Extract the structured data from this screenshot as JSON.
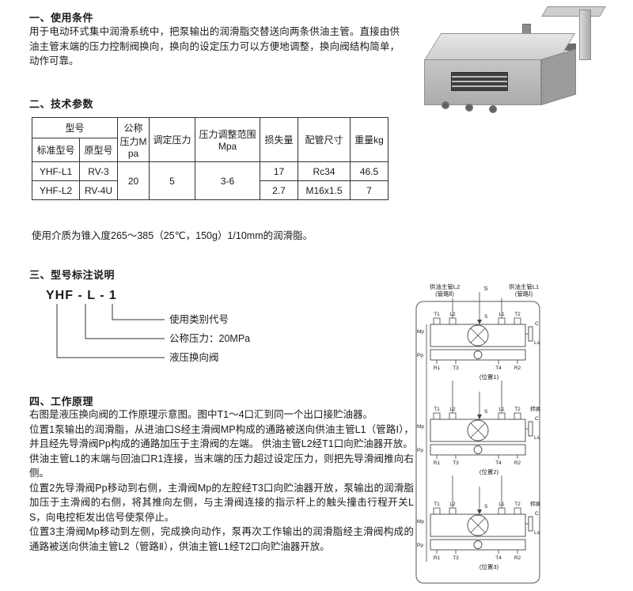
{
  "page": {
    "s1_heading": "一、使用条件",
    "s1_body": "用于电动环式集中润滑系统中，把泵输出的润滑脂交替送向两条供油主管。直接由供油主管末端的压力控制阀换向，换向的设定压力可以方便地调整，换向阀结构简单，动作可靠。",
    "s2_heading": "二、技术参数",
    "s2_note": "使用介质为锥入度265～385（25℃，150g）1/10mm的润滑脂。",
    "s3_heading": "三、型号标注说明",
    "s4_heading": "四、工作原理",
    "s4_paragraphs": [
      "右图是液压换向阀的工作原理示意图。图中T1～4口汇到同一个出口接贮油器。",
      "位置1泵输出的润滑脂，从进油口S经主滑阀MP构成的通路被送向供油主管L1（管路Ⅰ），并且经先导滑阀Pp构成的通路加压于主滑阀的左端。 供油主管L2经T1口向贮油器开放。",
      "供油主管L1的末端与回油口R1连接，当末端的压力超过设定压力，则把先导滑阀推向右侧。",
      "位置2先导滑阀Pp移动到右侧，主滑阀Mp的左腔经T3口向贮油器开放，泵输出的润滑脂加压于主滑阀的右侧，将其推向左侧，与主滑阀连接的指示杆上的触头撞击行程开关LS，向电控柜发出信号使泵停止。",
      "位置3主滑阀Mp移动到左侧，完成换向动作，泵再次工作输出的润滑脂经主滑阀构成的通路被送向供油主管L2（管路Ⅱ），供油主管L1经T2口向贮油器开放。"
    ]
  },
  "table": {
    "h_model": "型号",
    "h_std": "标准型号",
    "h_orig": "原型号",
    "h_nominal": "公称压力Mpa",
    "h_set": "调定压力",
    "h_range": "压力调整范围Mpa",
    "h_loss": "损失量",
    "h_pipe": "配管尺寸",
    "h_weight": "重量kg",
    "r1": {
      "std": "YHF-L1",
      "orig": "RV-3",
      "nominal": "20",
      "set": "5",
      "range": "3-6",
      "loss": "17",
      "pipe": "Rc34",
      "weight": "46.5"
    },
    "r2": {
      "std": "YHF-L2",
      "orig": "RV-4U",
      "loss": "2.7",
      "pipe": "M16x1.5",
      "weight": "7"
    }
  },
  "model_diagram": {
    "code": "YHF - L - 1",
    "label_class": "使用类别代号",
    "label_pressure": "公称压力：20MPa",
    "label_valve": "液压换向阀"
  },
  "schematic": {
    "top_left_line1": "供油主管L2",
    "top_left_line2": "(管路Ⅱ)",
    "top_s": "S",
    "top_right_line1": "供油主管L1",
    "top_right_line2": "(管路Ⅰ)",
    "positions": [
      {
        "s": "S",
        "t1": "T1",
        "l2": "L2",
        "l1": "L1",
        "t2": "T2",
        "mp": "Mp",
        "pp": "Pp",
        "r1": "R1",
        "t3": "T3",
        "t4": "T4",
        "r2": "R2",
        "c": "C",
        "ls": "Ls",
        "switch_label": "",
        "caption": "(位置1)"
      },
      {
        "s": "S",
        "t1": "T1",
        "l2": "L2",
        "l1": "L1",
        "t2": "T2",
        "mp": "Mp",
        "pp": "Pp",
        "r1": "R1",
        "t3": "T3",
        "t4": "T4",
        "r2": "R2",
        "c": "C",
        "ls": "Ls",
        "switch_label": "转换",
        "caption": "(位置2)"
      },
      {
        "s": "S",
        "t1": "T1",
        "l2": "L2",
        "l1": "L1",
        "t2": "T2",
        "mp": "Mp",
        "pp": "Pp",
        "r1": "R1",
        "t3": "T3",
        "t4": "T4",
        "r2": "R2",
        "c": "C",
        "ls": "Ls",
        "switch_label": "转换",
        "caption": "(位置3)"
      }
    ]
  }
}
